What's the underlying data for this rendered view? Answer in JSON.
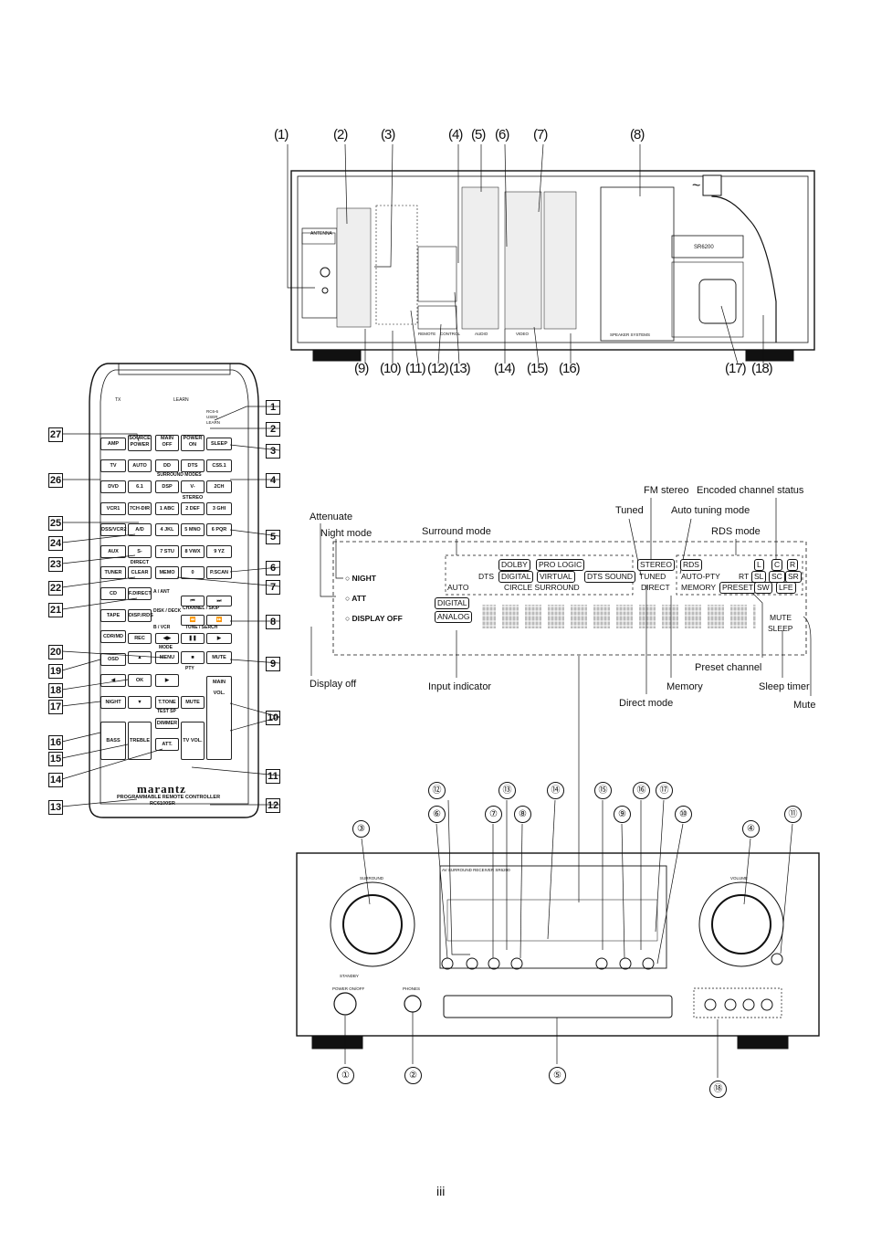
{
  "rear_callouts": [
    "(1)",
    "(2)",
    "(3)",
    "(4)",
    "(5)",
    "(6)",
    "(7)",
    "(8)",
    "(9)",
    "(10)",
    "(11)",
    "(12)",
    "(13)",
    "(14)",
    "(15)",
    "(16)",
    "(17)",
    "(18)"
  ],
  "rear_panel": {
    "model": "SR6200",
    "antenna": "ANTENNA",
    "speaker_systems": "SPEAKER SYSTEMS",
    "remote": "REMOTE",
    "control": "CONTROL",
    "audio": "AUDIO",
    "video": "VIDEO",
    "tilde": "~"
  },
  "remote": {
    "tx": "TX",
    "learn": "LEARN",
    "switch_labels": [
      "RC6-6",
      "USER",
      "LEARN"
    ],
    "keys": {
      "amp": "AMP",
      "source_power": "SOURCE POWER",
      "main_off": "MAIN OFF",
      "power_on": "POWER ON",
      "sleep": "SLEEP",
      "tv": "TV",
      "auto": "AUTO",
      "dolby": "DD",
      "dts": "DTS",
      "cs51": "CS5.1",
      "surround_modes": "SURROUND  MODES",
      "dvd": "DVD",
      "m61": "6.1",
      "dsp": "DSP",
      "vstereo": "V-STEREO",
      "ch2": "2CH",
      "vcr1": "VCR1",
      "ch7dir": "7CH-DIR",
      "abc": "1 ABC",
      "def": "2 DEF",
      "ghi": "3 GHI",
      "dss": "DSS/VCR2",
      "ad": "A/D",
      "jkl": "4 JKL",
      "mno": "5 MNO",
      "pqr": "6 PQR",
      "aux": "AUX",
      "sdirect": "S-DIRECT",
      "stu": "7 STU",
      "vwx": "8 VWX",
      "yz": "9 YZ",
      "tuner": "TUNER",
      "clear": "CLEAR",
      "memo": "MEMO",
      "zero": "0",
      "pscan": "P.SCAN",
      "cd": "CD",
      "fdirect": "F.DIRECT",
      "aant": "A / ANT",
      "tape": "TAPE",
      "disprds": "DISP./RDS",
      "disk_deck": "DISK / DECK",
      "channel_skip": "CHANNEL / SKIP",
      "cdrmd": "CDR/MD",
      "bvcr": "B / VCR",
      "tune_search": "TUNE / SERCH",
      "rec": "REC",
      "mode": "MODE",
      "osd": "OSD",
      "menu": "MENU",
      "mute": "MUTE",
      "pty": "PTY",
      "ok": "OK",
      "night": "NIGHT",
      "ttone": "T.TONE",
      "test_sp": "TEST SP",
      "mute2": "MUTE",
      "main_vol": "MAIN VOL.",
      "bass": "BASS",
      "treble": "TREBLE",
      "dimmer": "DIMMER",
      "tv_vol": "TV VOL.",
      "att": "ATT."
    },
    "brand": "marantz",
    "footer1": "PROGRAMMABLE REMOTE CONTROLLER",
    "footer2": "RC6100SR"
  },
  "remote_callouts_right": [
    "1",
    "2",
    "3",
    "4",
    "5",
    "6",
    "7",
    "8",
    "9",
    "10",
    "11",
    "12"
  ],
  "remote_callouts_left": [
    "27",
    "26",
    "25",
    "24",
    "23",
    "22",
    "21",
    "20",
    "19",
    "18",
    "17",
    "16",
    "15",
    "14",
    "13"
  ],
  "display": {
    "labels": {
      "fm_stereo": "FM stereo",
      "encoded": "Encoded channel status",
      "tuned": "Tuned",
      "auto_tuning": "Auto tuning mode",
      "attenuate": "Attenuate",
      "rds_mode": "RDS mode",
      "night_mode": "Night mode",
      "surround_mode": "Surround mode",
      "display_off": "Display off",
      "input_indicator": "Input indicator",
      "memory": "Memory",
      "direct_mode": "Direct mode",
      "preset_channel": "Preset channel",
      "sleep_timer": "Sleep timer",
      "mute": "Mute"
    },
    "indicators": {
      "night": "NIGHT",
      "att": "ATT",
      "display_off": "DISPLAY OFF"
    },
    "segments": {
      "dolby": "DOLBY",
      "pro_logic": "PRO LOGIC",
      "dts": "DTS",
      "digital": "DIGITAL",
      "virtual": "VIRTUAL",
      "dts_sound": "DTS SOUND",
      "auto": "AUTO",
      "circle_surround": "CIRCLE  SURROUND",
      "digital_in": "DIGITAL",
      "analog_in": "ANALOG",
      "stereo": "STEREO",
      "tuned": "TUNED",
      "direct": "DIRECT",
      "rds": "RDS",
      "auto_pty": "AUTO-PTY",
      "rt": "RT",
      "memory": "MEMORY",
      "preset": "PRESET",
      "L": "L",
      "C": "C",
      "R": "R",
      "SL": "SL",
      "SC": "SC",
      "SR": "SR",
      "SW": "SW",
      "LFE": "LFE",
      "mute": "MUTE",
      "sleep": "SLEEP"
    }
  },
  "front_callouts_top": [
    "⑫",
    "⑬",
    "⑭",
    "⑮",
    "⑯",
    "⑰",
    "③",
    "⑥",
    "⑦",
    "⑧",
    "⑨",
    "⑩",
    "④",
    "⑪"
  ],
  "front_callouts_bottom": [
    "①",
    "②",
    "⑤",
    "⑱"
  ],
  "front_panel": {
    "model": "AV SURROUND RECEIVER SR6200",
    "surround": "SURROUND",
    "volume": "VOLUME",
    "source_on_off": "POWER ON/OFF",
    "phones": "PHONES",
    "standby": "STANDBY"
  },
  "page_number": "iii"
}
